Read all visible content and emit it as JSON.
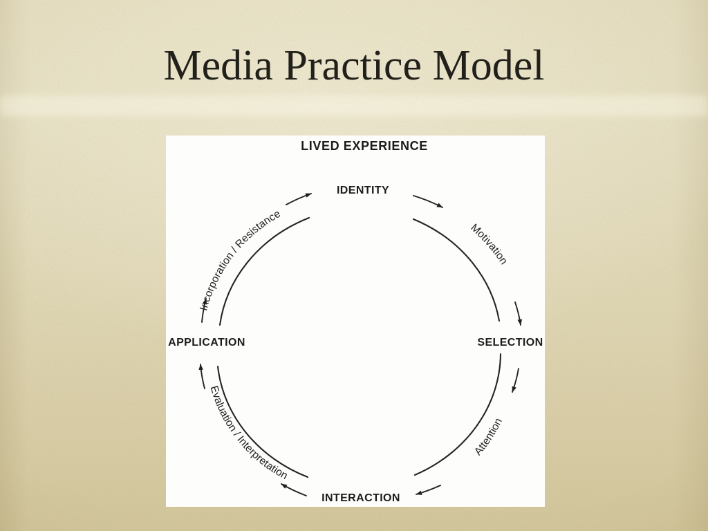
{
  "slide": {
    "title": "Media Practice Model",
    "colors": {
      "background_base": "#eae3c4",
      "background_light": "#f0ead0",
      "background_dark": "#d8cb9f",
      "title_ink": "#21201a"
    }
  },
  "diagram": {
    "colors": {
      "panel": "#fdfdfb",
      "ink": "#202020"
    },
    "header": "LIVED EXPERIENCE",
    "nodes": [
      {
        "id": "identity",
        "label": "IDENTITY",
        "position": "top"
      },
      {
        "id": "selection",
        "label": "SELECTION",
        "position": "right"
      },
      {
        "id": "interaction",
        "label": "INTERACTION",
        "position": "bottom"
      },
      {
        "id": "application",
        "label": "APPLICATION",
        "position": "left"
      }
    ],
    "transitions": [
      {
        "from": "IDENTITY",
        "to": "SELECTION",
        "label": "Motivation"
      },
      {
        "from": "SELECTION",
        "to": "INTERACTION",
        "label": "Attention"
      },
      {
        "from": "INTERACTION",
        "to": "APPLICATION",
        "label": "Evaluation / Interpretation"
      },
      {
        "from": "APPLICATION",
        "to": "IDENTITY",
        "label": "Incorporation / Resistance"
      }
    ]
  }
}
